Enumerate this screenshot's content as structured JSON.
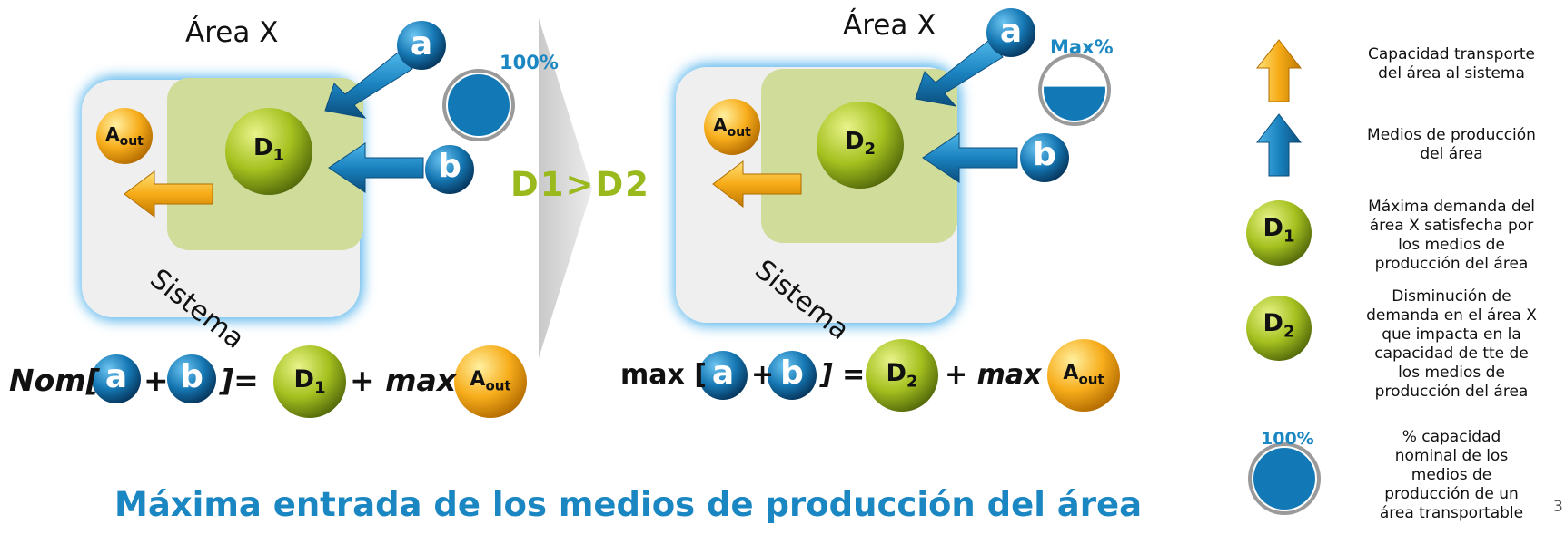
{
  "left_panel": {
    "area_title": "Área X",
    "system_label": "Sistema",
    "capacity_label": "100%",
    "demand_main": "D",
    "demand_sub": "1",
    "aout_main": "A",
    "aout_sub": "out",
    "a_label": "a",
    "b_label": "b"
  },
  "right_panel": {
    "area_title": "Área X",
    "system_label": "Sistema",
    "capacity_label": "Max%",
    "capacity_fill": 0.55,
    "demand_main": "D",
    "demand_sub": "2",
    "aout_main": "A",
    "aout_sub": "out",
    "a_label": "a",
    "b_label": "b"
  },
  "comparison": "D1>D2",
  "equation_left": {
    "prefix": "Nom[",
    "a": "a",
    "plus": "+",
    "b": "b",
    "close": "]=",
    "d_main": "D",
    "d_sub": "1",
    "plus_max": "+ max",
    "aout_main": "A",
    "aout_sub": "out"
  },
  "equation_right": {
    "prefix": "max [",
    "a": "a",
    "plus": "+",
    "b": "b",
    "close": "] =",
    "d_main": "D",
    "d_sub": "2",
    "plus_max": "+ max",
    "aout_main": "A",
    "aout_sub": "out"
  },
  "main_title": "Máxima entrada de los medios de producción del área",
  "legend": {
    "orange_arrow": "Capacidad transporte\ndel área al sistema",
    "blue_arrow": "Medios de producción\ndel área",
    "d1_main": "D",
    "d1_sub": "1",
    "d1_text": "Máxima demanda del\nárea X satisfecha por\nlos medios de\nproducción del área",
    "d2_main": "D",
    "d2_sub": "2",
    "d2_text": "Disminución de\ndemanda en el área X\nque impacta en la\ncapacidad de tte de\nlos medios de\nproducción del área",
    "pct_label": "100%",
    "pct_text": "% capacidad\nnominal de los\nmedios de\nproducción de un\nárea transportable"
  },
  "slide_number": "3",
  "colors": {
    "blue": "#1a86c2",
    "green": "#9ab91d",
    "orange": "#f3a615",
    "green_area": "#cfdc9a",
    "system_bg": "#efefef"
  }
}
